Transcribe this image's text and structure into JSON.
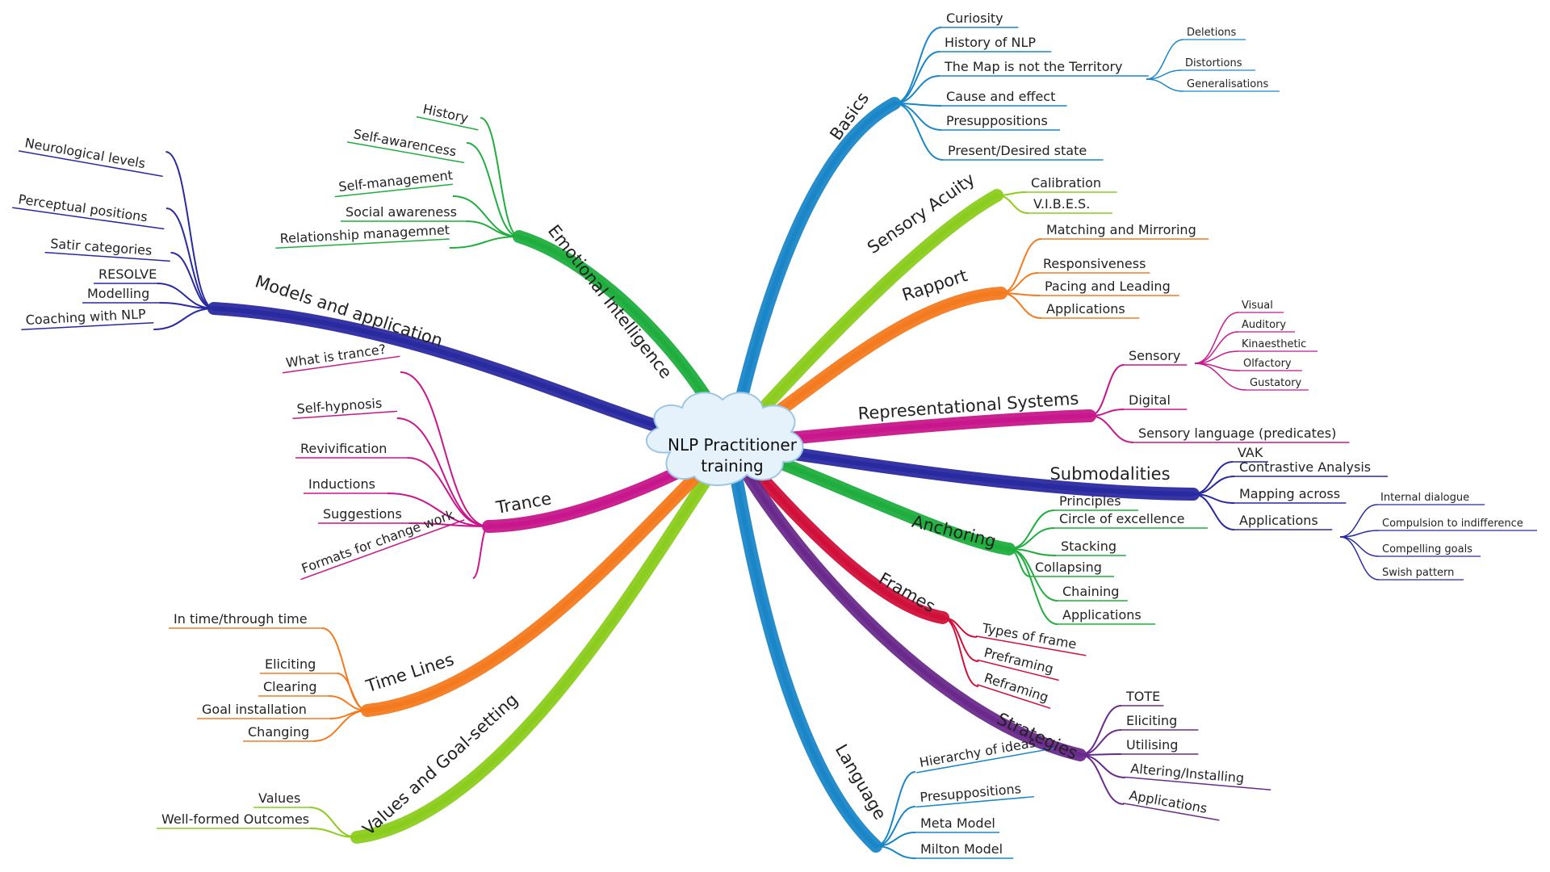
{
  "central": {
    "line1": "NLP Practitioner",
    "line2": "training"
  },
  "branches": [
    {
      "id": "basics",
      "label": "Basics",
      "color": "#1a86c8",
      "items": [
        {
          "label": "Curiosity"
        },
        {
          "label": "History of NLP"
        },
        {
          "label": "The Map is not the Territory",
          "children": [
            "Deletions",
            "Distortions",
            "Generalisations"
          ]
        },
        {
          "label": "Cause and effect"
        },
        {
          "label": "Presuppositions"
        },
        {
          "label": "Present/Desired state"
        }
      ]
    },
    {
      "id": "sensory-acuity",
      "label": "Sensory Acuity",
      "color": "#8bcc1e",
      "items": [
        {
          "label": "Calibration"
        },
        {
          "label": "V.I.B.E.S."
        }
      ]
    },
    {
      "id": "rapport",
      "label": "Rapport",
      "color": "#f47a1f",
      "items": [
        {
          "label": "Matching and Mirroring"
        },
        {
          "label": "Responsiveness"
        },
        {
          "label": "Pacing and Leading"
        },
        {
          "label": "Applications"
        }
      ]
    },
    {
      "id": "representational-systems",
      "label": "Representational Systems",
      "color": "#c8168c",
      "items": [
        {
          "label": "Sensory",
          "children": [
            "Visual",
            "Auditory",
            "Kinaesthetic",
            "Olfactory",
            "Gustatory"
          ]
        },
        {
          "label": "Digital"
        },
        {
          "label": "Sensory language (predicates)"
        }
      ]
    },
    {
      "id": "submodalities",
      "label": "Submodalities",
      "color": "#2a2aa0",
      "items": [
        {
          "label": "VAK"
        },
        {
          "label": "Contrastive Analysis"
        },
        {
          "label": "Mapping across"
        },
        {
          "label": "Applications",
          "children": [
            "Internal dialogue",
            "Compulsion to indifference",
            "Compelling goals",
            "Swish pattern"
          ]
        }
      ]
    },
    {
      "id": "anchoring",
      "label": "Anchoring",
      "color": "#1fae3e",
      "items": [
        {
          "label": "Principles"
        },
        {
          "label": "Circle of excellence"
        },
        {
          "label": "Stacking"
        },
        {
          "label": "Collapsing"
        },
        {
          "label": "Chaining"
        },
        {
          "label": "Applications"
        }
      ]
    },
    {
      "id": "frames",
      "label": "Frames",
      "color": "#d0103a",
      "items": [
        {
          "label": "Types of frame"
        },
        {
          "label": "Preframing"
        },
        {
          "label": "Reframing"
        }
      ]
    },
    {
      "id": "strategies",
      "label": "Strategies",
      "color": "#6a2a8c",
      "items": [
        {
          "label": "TOTE"
        },
        {
          "label": "Eliciting"
        },
        {
          "label": "Utilising"
        },
        {
          "label": "Altering/Installing"
        },
        {
          "label": "Applications"
        }
      ]
    },
    {
      "id": "language",
      "label": "Language",
      "color": "#1a86c8",
      "items": [
        {
          "label": "Hierarchy of ideas"
        },
        {
          "label": "Presuppositions"
        },
        {
          "label": "Meta Model"
        },
        {
          "label": "Milton Model"
        }
      ]
    },
    {
      "id": "values",
      "label": "Values and Goal-setting",
      "color": "#8bcc1e",
      "items": [
        {
          "label": "Values"
        },
        {
          "label": "Well-formed Outcomes"
        }
      ]
    },
    {
      "id": "time-lines",
      "label": "Time Lines",
      "color": "#f47a1f",
      "items": [
        {
          "label": "In time/through time"
        },
        {
          "label": "Eliciting"
        },
        {
          "label": "Clearing"
        },
        {
          "label": "Goal installation"
        },
        {
          "label": "Changing"
        }
      ]
    },
    {
      "id": "trance",
      "label": "Trance",
      "color": "#c8168c",
      "items": [
        {
          "label": "What is trance?"
        },
        {
          "label": "Self-hypnosis"
        },
        {
          "label": "Revivification"
        },
        {
          "label": "Inductions"
        },
        {
          "label": "Suggestions"
        },
        {
          "label": "Formats for change work"
        }
      ]
    },
    {
      "id": "models",
      "label": "Models and application",
      "color": "#2a2aa0",
      "items": [
        {
          "label": "Neurological levels"
        },
        {
          "label": "Perceptual positions"
        },
        {
          "label": "Satir categories"
        },
        {
          "label": "RESOLVE"
        },
        {
          "label": "Modelling"
        },
        {
          "label": "Coaching with NLP"
        }
      ]
    },
    {
      "id": "emotional-intelligence",
      "label": "Emotional Intelligence",
      "color": "#1fae3e",
      "items": [
        {
          "label": "History"
        },
        {
          "label": "Self-awarencess"
        },
        {
          "label": "Self-management"
        },
        {
          "label": "Social awareness"
        },
        {
          "label": "Relationship managemnet"
        }
      ]
    }
  ]
}
